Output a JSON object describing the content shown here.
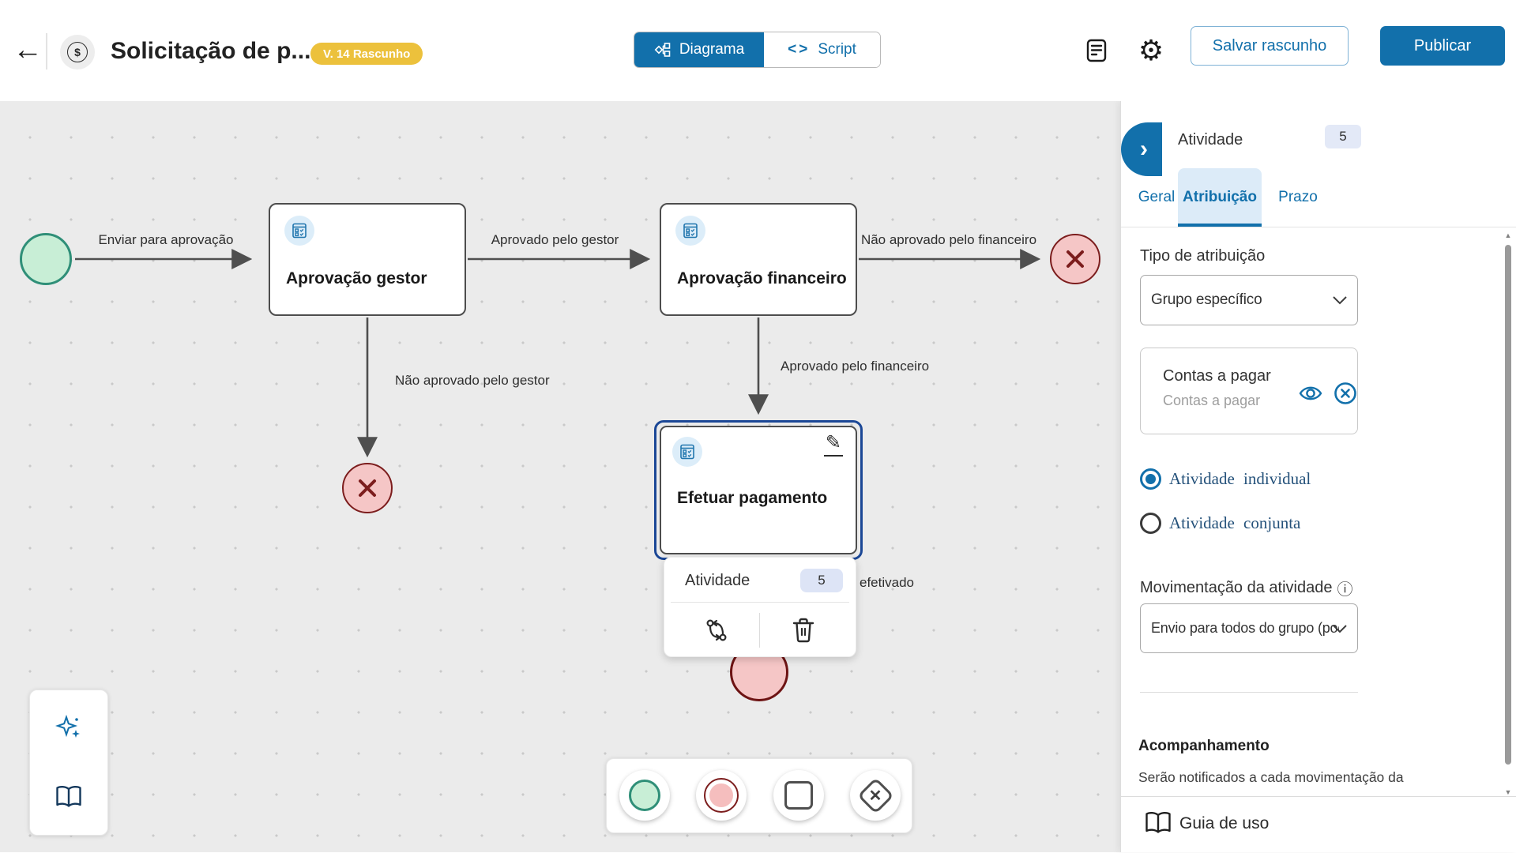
{
  "header": {
    "title": "Solicitação de p...",
    "version_badge": "V. 14 Rascunho",
    "back_icon": "arrow-left-icon",
    "process_icon": "dollar-circle-icon",
    "toggle": {
      "diagram_label": "Diagrama",
      "script_label": "Script",
      "active": "Diagrama"
    },
    "actions": {
      "save_draft_label": "Salvar rascunho",
      "publish_label": "Publicar"
    }
  },
  "canvas": {
    "nodes": {
      "task_manager_approval": "Aprovação gestor",
      "task_finance_approval": "Aprovação financeiro",
      "task_make_payment": "Efetuar pagamento"
    },
    "edge_labels": {
      "send_for_approval": "Enviar para aprovação",
      "approved_by_manager": "Aprovado pelo gestor",
      "not_approved_by_finance": "Não aprovado pelo financeiro",
      "not_approved_by_manager": "Não aprovado pelo gestor",
      "approved_by_finance": "Aprovado pelo financeiro",
      "partial_label": "efetivado"
    },
    "popup": {
      "title": "Atividade",
      "badge": "5"
    }
  },
  "sidebar": {
    "title": "Atividade",
    "badge": "5",
    "tabs": [
      "Geral",
      "Atribuição",
      "Prazo"
    ],
    "active_tab": "Atribuição",
    "assignment": {
      "label": "Tipo de atribuição",
      "value": "Grupo específico",
      "group_title": "Contas a pagar",
      "group_subtitle": "Contas a pagar",
      "radio_individual": "Atividade individual",
      "radio_joint": "Atividade conjunta"
    },
    "movement": {
      "label": "Movimentação da atividade",
      "value": "Envio para todos do grupo (pool)"
    },
    "tracking": {
      "title": "Acompanhamento",
      "text": "Serão notificados a cada movimentação da"
    },
    "footer": {
      "guide_label": "Guia de uso"
    }
  },
  "colors": {
    "accent": "#1270ab",
    "badge_yellow": "#ecc13c",
    "selection_blue": "#1b4796",
    "node_green_fill": "#c8eed6",
    "node_green_border": "#2f8f78",
    "node_red_fill": "#f5c6c6",
    "node_red_border": "#7c1d1d",
    "canvas_bg": "#ebebeb"
  }
}
